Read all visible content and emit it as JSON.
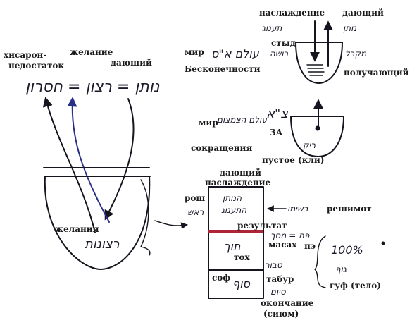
{
  "left_diagram": {
    "hebrew_formula": "נותן = רצון = חסרון",
    "label_lack": "хисарон-\nнедостаток",
    "label_desire": "желание",
    "label_giver": "дающий",
    "vessel_hebrew": "רצונות",
    "label_desires": "желания"
  },
  "top_right": {
    "label_pleasure": "наслаждение",
    "label_giver": "дающий",
    "hebrew_pleasure": "תענוג",
    "hebrew_giver": "נותן",
    "label_shame": "стыд",
    "hebrew_shame": "בושה",
    "hebrew_receiver": "מקבל",
    "label_receiver": "получающий",
    "label_infinity": "мир\nБесконечности",
    "hebrew_infinity": "עולם א\"ס"
  },
  "middle_right": {
    "label_restriction": "мир\nсокращения",
    "hebrew_restriction": "עולם הצמצום",
    "hebrew_za": "צ\"א",
    "label_za": "ЗА",
    "hebrew_empty": "ריק",
    "label_empty": "пустое (кли)"
  },
  "partzuf": {
    "label_rosh": "рош",
    "hebrew_rosh": "ראש",
    "label_giver_top": "дающий",
    "label_pleasure_top": "наслаждение",
    "hebrew_giver": "הנותן",
    "hebrew_pleasure": "התענוג",
    "label_result": "результат",
    "hebrew_reshimot": "רשימו",
    "label_reshimot": "решимот",
    "hebrew_peh_masach": "פה = מסך",
    "label_masach": "масах",
    "label_peh": "пэ",
    "hebrew_toch": "תוך",
    "label_toch": "тох",
    "hebrew_percent": "100%",
    "hebrew_guf_mark": "גוף",
    "hebrew_tabur": "טבור",
    "label_tabur": "табур",
    "hebrew_sof": "סוף",
    "label_sof": "соф",
    "hebrew_siyum": "סיום",
    "label_guf": "гуф (тело)",
    "label_end": "окончание",
    "label_siyum": "(сиюм)"
  },
  "colors": {
    "ink": "#15151f",
    "arrow_blue": "#2a2f8a",
    "masach_red": "#b0243a"
  }
}
